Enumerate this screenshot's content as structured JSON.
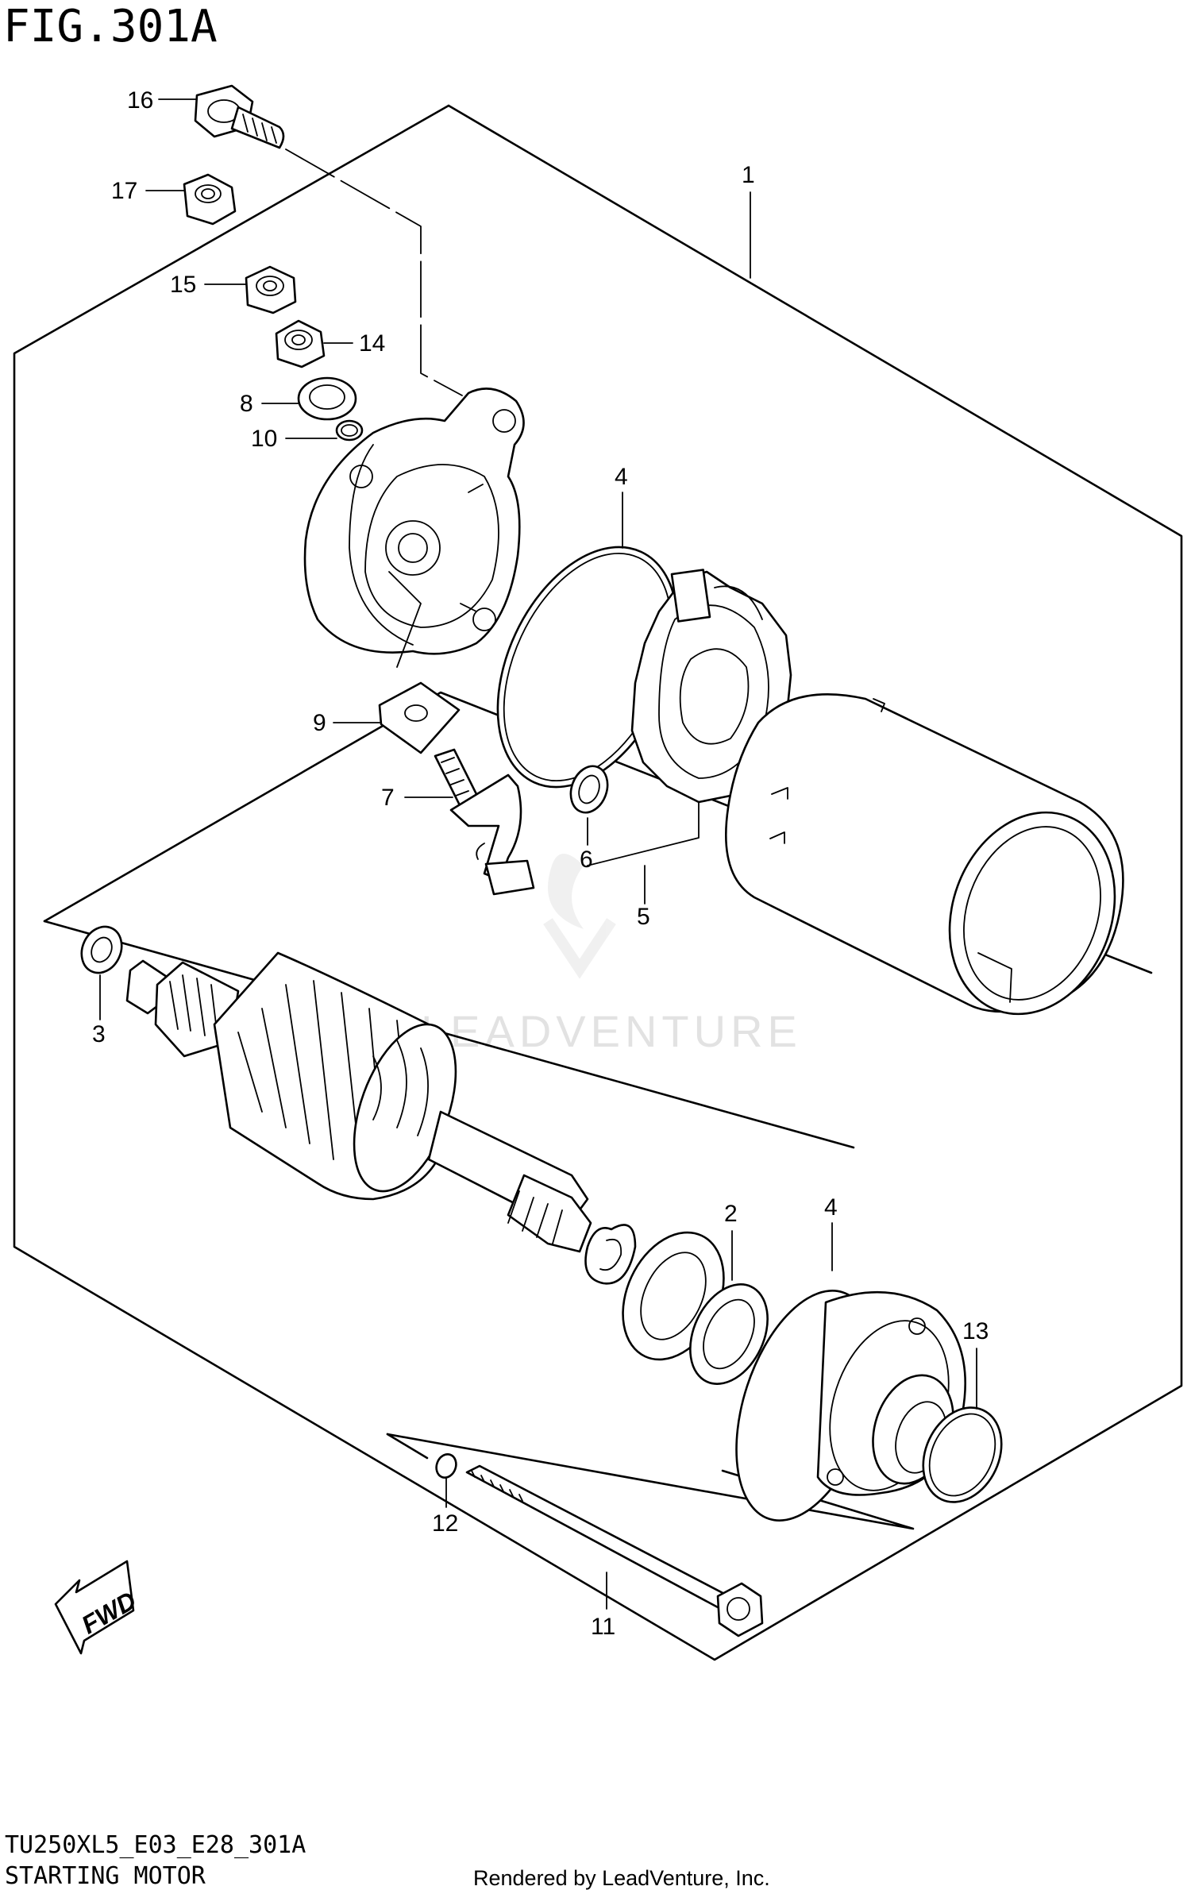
{
  "figure_title": "FIG.301A",
  "model_code": "TU250XL5_E03_E28_301A",
  "section_name": "STARTING MOTOR",
  "rendered_by": "Rendered by LeadVenture, Inc.",
  "watermark_text": "LEADVENTURE",
  "fwd_label": "FWD",
  "callouts": [
    {
      "id": "c1",
      "label": "1"
    },
    {
      "id": "c2",
      "label": "2"
    },
    {
      "id": "c3",
      "label": "3"
    },
    {
      "id": "c4a",
      "label": "4"
    },
    {
      "id": "c4b",
      "label": "4"
    },
    {
      "id": "c5",
      "label": "5"
    },
    {
      "id": "c6",
      "label": "6"
    },
    {
      "id": "c7",
      "label": "7"
    },
    {
      "id": "c8",
      "label": "8"
    },
    {
      "id": "c9",
      "label": "9"
    },
    {
      "id": "c10",
      "label": "10"
    },
    {
      "id": "c11",
      "label": "11"
    },
    {
      "id": "c12",
      "label": "12"
    },
    {
      "id": "c13",
      "label": "13"
    },
    {
      "id": "c14",
      "label": "14"
    },
    {
      "id": "c15",
      "label": "15"
    },
    {
      "id": "c16",
      "label": "16"
    },
    {
      "id": "c17",
      "label": "17"
    }
  ]
}
